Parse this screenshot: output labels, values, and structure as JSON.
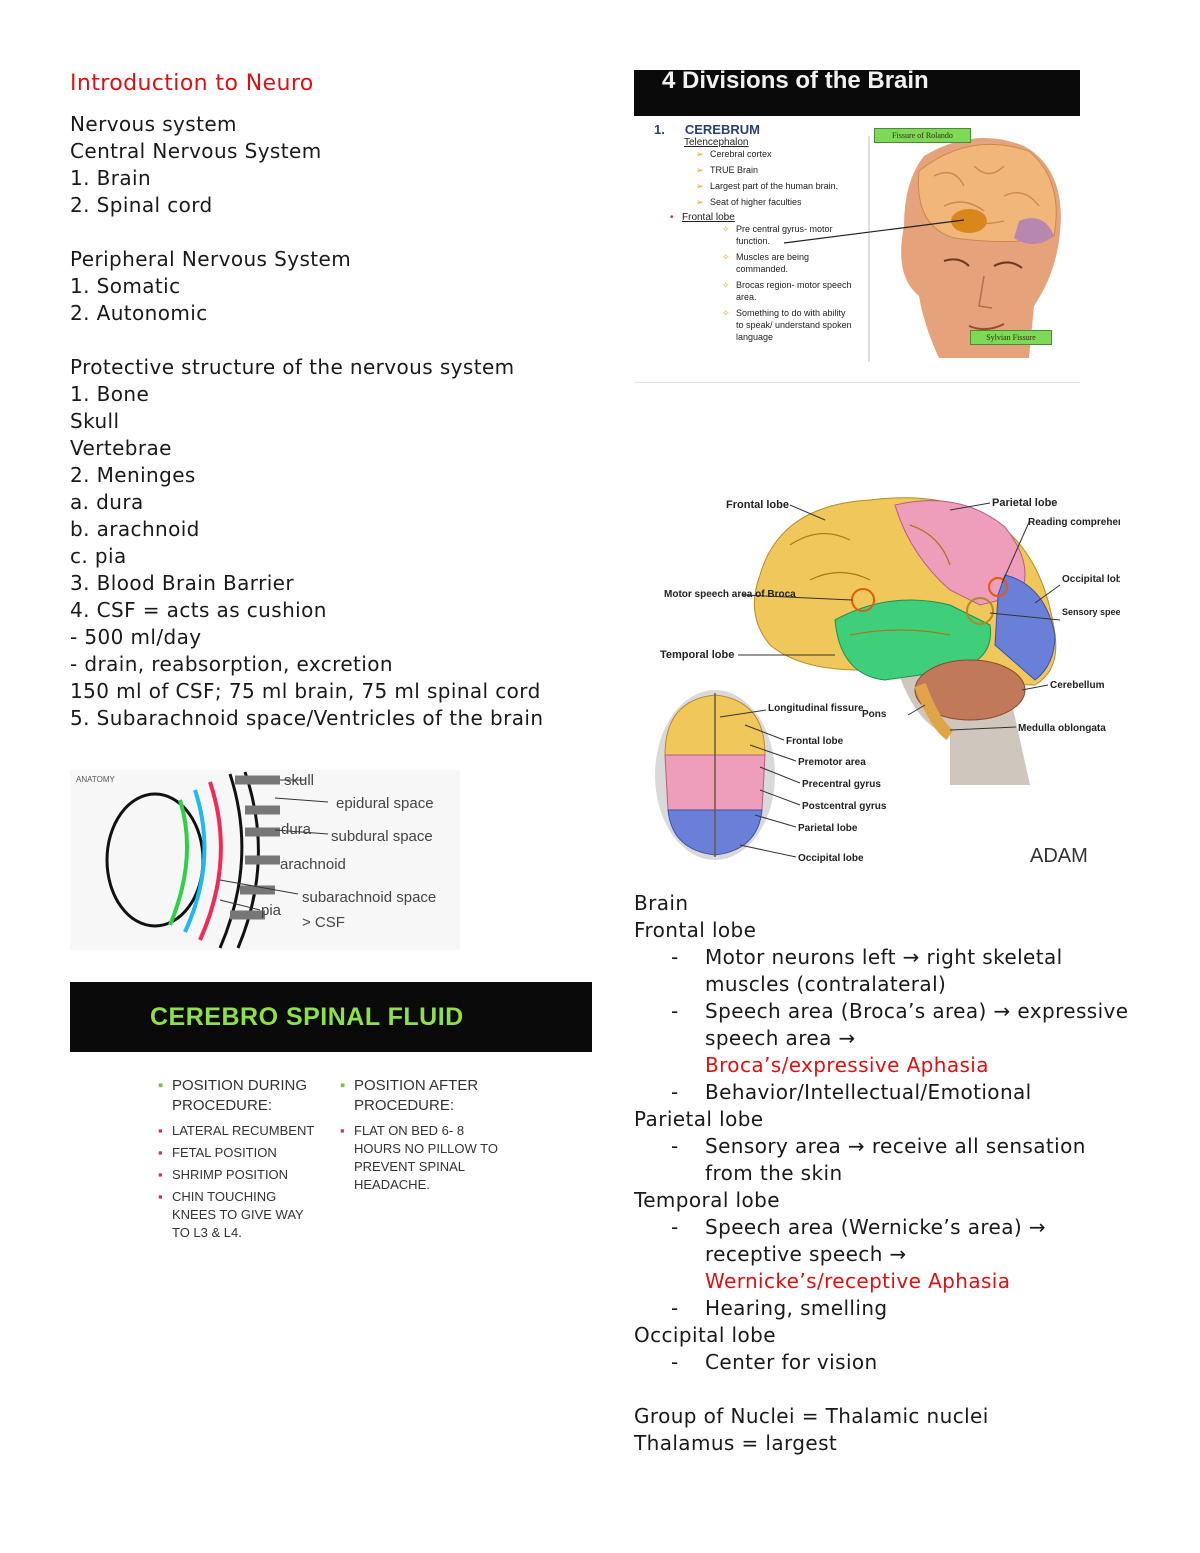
{
  "left": {
    "title": "Introduction to Neuro",
    "lines": [
      "Nervous system",
      "Central Nervous System",
      "1. Brain",
      "2. Spinal cord",
      "",
      "Peripheral Nervous System",
      "1. Somatic",
      "2. Autonomic",
      "",
      "Protective structure of the nervous system",
      "1. Bone",
      "Skull",
      "Vertebrae",
      "2. Meninges",
      "a. dura",
      "b. arachnoid",
      "c. pia",
      "3. Blood Brain Barrier",
      "4. CSF = acts as cushion",
      "- 500 ml/day",
      "- drain, reabsorption, excretion",
      "150 ml of CSF; 75 ml brain, 75 ml spinal cord",
      "5. Subarachnoid space/Ventricles of the brain"
    ]
  },
  "meninges_figure": {
    "corner_label": "ANATOMY",
    "labels": [
      "skull",
      "epidural space",
      "dura",
      "subdural space",
      "arachnoid",
      "subarachnoid space",
      "pia",
      "> CSF"
    ]
  },
  "csf_slide": {
    "title": "CEREBRO SPINAL FLUID",
    "during_heading": "POSITION DURING PROCEDURE:",
    "during_items": [
      "LATERAL RECUMBENT",
      "FETAL POSITION",
      "SHRIMP POSITION",
      "CHIN TOUCHING KNEES TO GIVE WAY TO L3 & L4."
    ],
    "after_heading": "POSITION AFTER PROCEDURE:",
    "after_items": [
      "FLAT ON BED 6- 8 HOURS NO PILLOW TO PREVENT SPINAL HEADACHE."
    ]
  },
  "divisions_slide": {
    "title": "4 Divisions of the Brain",
    "number": "1.",
    "heading": "CEREBRUM",
    "subheading": "Telencephalon",
    "bullets": [
      "Cerebral cortex",
      "TRUE Brain",
      "Largest part of the human brain.",
      "Seat of higher faculties"
    ],
    "frontal": "Frontal lobe",
    "frontal_items": [
      "Pre central gyrus- motor function.",
      "Muscles are being commanded.",
      "Brocas region- motor speech area.",
      "Something to do with ability to speak/ understand spoken language"
    ],
    "tag_top": "Fissure of Rolando",
    "tag_bottom": "Sylvian Fissure"
  },
  "lobes_figure": {
    "labels": [
      "Frontal lobe",
      "Parietal lobe",
      "Reading comprehension area",
      "Motor speech area of Broca",
      "Occipital lobe",
      "Sensory speech area of Wernicke",
      "Temporal lobe",
      "Cerebellum",
      "Pons",
      "Medulla oblongata",
      "Longitudinal fissure",
      "Frontal lobe",
      "Premotor area",
      "Precentral gyrus",
      "Postcentral gyrus",
      "Parietal lobe",
      "Occipital lobe"
    ],
    "logo": "ADAM",
    "colors": {
      "frontal": "#f0c75a",
      "parietal": "#ee9dbb",
      "temporal": "#3fcf7a",
      "occipital": "#6a7fd8",
      "cerebellum": "#c07a5a"
    }
  },
  "right": {
    "brain": "Brain",
    "frontal": "Frontal lobe",
    "f1": "Motor neurons left → right skeletal muscles (contralateral)",
    "f2": "Speech area (Broca’s area) → expressive speech area →",
    "f2_red": "Broca’s/expressive Aphasia",
    "f3": "Behavior/Intellectual/Emotional",
    "parietal": "Parietal lobe",
    "p1": "Sensory area → receive all sensation from the skin",
    "temporal": "Temporal lobe",
    "t1": "Speech area (Wernicke’s area) → receptive speech →",
    "t1_red": "Wernicke’s/receptive Aphasia",
    "t2": "Hearing, smelling",
    "occipital": "Occipital lobe",
    "o1": "Center for vision",
    "nuclei": "Group of Nuclei = Thalamic nuclei",
    "thalamus": "Thalamus = largest"
  }
}
